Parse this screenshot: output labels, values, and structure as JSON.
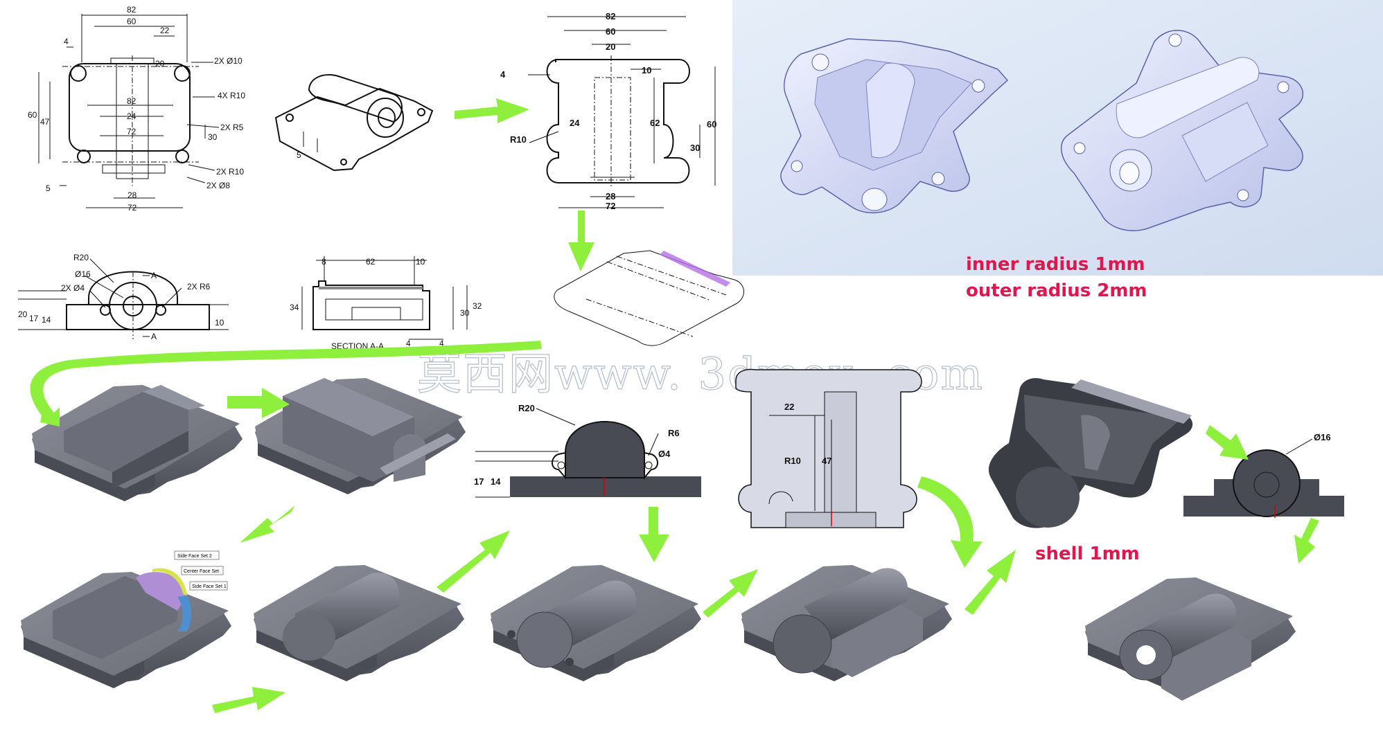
{
  "colors": {
    "arrow": "#8ef03d",
    "note_text": "#e0174e",
    "part_dark": "#5d5f69",
    "part_light": "#c9cfee",
    "render_bg": "#d9e4f4"
  },
  "drawing_top": {
    "d82": "82",
    "d60": "60",
    "d22": "22",
    "d4": "4",
    "d20": "20",
    "hole_10": "2X Ø10",
    "r10_4x": "4X R10",
    "d60v": "60",
    "d47": "47",
    "d82b": "82",
    "d24": "24",
    "d72": "72",
    "r5": "2X R5",
    "d30": "30",
    "r10_2x": "2X R10",
    "d5": "5",
    "hole_8": "2X Ø8",
    "d28": "28",
    "d72b": "72"
  },
  "drawing_iso": {
    "d5": "5"
  },
  "drawing_front": {
    "r20": "R20",
    "d16": "Ø16",
    "d4": "2X Ø4",
    "r6": "2X R6",
    "a1": "A",
    "a2": "A",
    "d20": "20",
    "d17": "17",
    "d14": "14",
    "d10": "10"
  },
  "drawing_section": {
    "d8": "8",
    "d62": "62",
    "d10": "10",
    "d34": "34",
    "d30": "30",
    "d32": "32",
    "label": "SECTION A-A",
    "d4a": "4",
    "d4b": "4"
  },
  "sketch1": {
    "d82": "82",
    "d60": "60",
    "d20": "20",
    "d10": "10",
    "d4": "4",
    "d24": "24",
    "d62": "62",
    "d60v": "60",
    "d30": "30",
    "r10": "R10",
    "d28": "28",
    "d72": "72"
  },
  "sketch_front": {
    "r20": "R20",
    "r6": "R6",
    "d4": "Ø4",
    "d17": "17",
    "d14": "14"
  },
  "sketch_top": {
    "d22": "22",
    "d47": "47",
    "r10": "R10"
  },
  "sketch_side": {
    "d16": "Ø16"
  },
  "fillet_panel": {
    "item1": "Side Face Set 2",
    "item2": "Center Face Set",
    "item3": "Side Face Set 1"
  },
  "notes": {
    "inner": "inner radius 1mm",
    "outer": "outer radius 2mm",
    "shell": "shell 1mm"
  },
  "watermark": "莫西网www. 3dmox. com"
}
